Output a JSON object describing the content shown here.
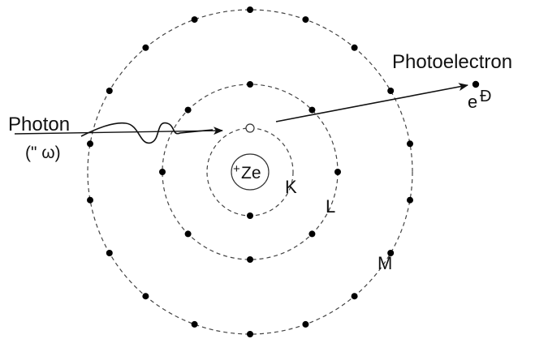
{
  "labels": {
    "photon": "Photon",
    "photon_energy": "(\" ω)",
    "photoelectron": "Photoelectron",
    "electron_symbol": "e",
    "electron_charge": "Đ",
    "nucleus_sign": "+",
    "nucleus": "Ze",
    "shell_k": "K",
    "shell_l": "L",
    "shell_m": "M"
  },
  "shells": [
    {
      "name": "K",
      "electrons": 1,
      "vacancies": 1
    },
    {
      "name": "L",
      "electrons": 8
    },
    {
      "name": "M",
      "electrons": 18
    }
  ],
  "colors": {
    "line": "#333333",
    "electron": "#000000",
    "background": "#ffffff"
  }
}
